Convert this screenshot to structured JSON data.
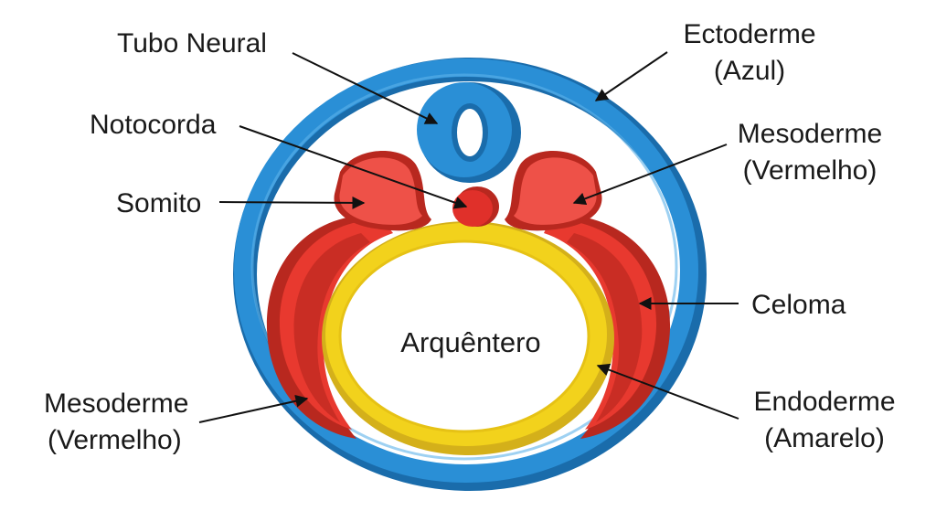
{
  "labels": {
    "tubo_neural": "Tubo Neural",
    "notocorda": "Notocorda",
    "somito": "Somito",
    "mesoderme_left_1": "Mesoderme",
    "mesoderme_left_2": "(Vermelho)",
    "ectoderme_1": "Ectoderme",
    "ectoderme_2": "(Azul)",
    "mesoderme_right_1": "Mesoderme",
    "mesoderme_right_2": "(Vermelho)",
    "celoma": "Celoma",
    "endoderme_1": "Endoderme",
    "endoderme_2": "(Amarelo)",
    "arquentero": "Arquêntero"
  },
  "colors": {
    "ectoderm": "#2a8fd6",
    "ectoderm_dark": "#1a6cab",
    "mesoderm": "#e8392f",
    "mesoderm_dark": "#b8281f",
    "endoderm": "#f2d21c",
    "endoderm_dark": "#d4b01a",
    "notochord": "#e0302a"
  }
}
